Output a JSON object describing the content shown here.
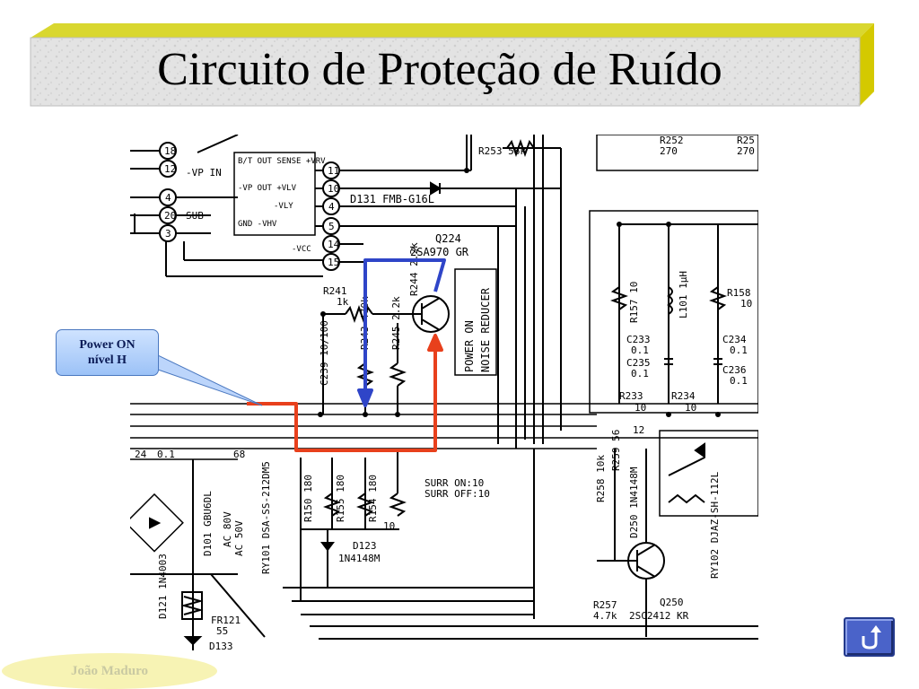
{
  "slide": {
    "title": "Circuito de Proteção de Ruído",
    "author": "João Maduro"
  },
  "callout": {
    "line1": "Power ON",
    "line2": "nível H"
  },
  "schematic": {
    "connector_pins": [
      "18",
      "12",
      "4",
      "20",
      "3"
    ],
    "connector_labels": [
      "-VP IN",
      "SUB"
    ],
    "relay_pins": [
      "11",
      "10",
      "4",
      "5",
      "14",
      "15"
    ],
    "relay_labels": [
      "B/T OUT",
      "SENSE +VRV",
      "-VP OUT",
      "+VLV",
      "-VLY",
      "GND",
      "-VHV",
      "-VCC"
    ],
    "components": [
      {
        "ref": "R253",
        "value": "56k"
      },
      {
        "ref": "D131",
        "value": "FMB-G16L"
      },
      {
        "ref": "Q224",
        "value": "2SA970 GR"
      },
      {
        "ref": "R241",
        "value": "1k"
      },
      {
        "ref": "R244",
        "value": "2.2k"
      },
      {
        "ref": "R243",
        "value": "470k"
      },
      {
        "ref": "R245",
        "value": "2.2k"
      },
      {
        "ref": "C239",
        "value": "10/100"
      },
      {
        "ref": "R252",
        "value": "270"
      },
      {
        "ref": "R157",
        "value": "10"
      },
      {
        "ref": "L101",
        "value": "1μH"
      },
      {
        "ref": "R158",
        "value": "10"
      },
      {
        "ref": "C233",
        "value": "0.1"
      },
      {
        "ref": "C234",
        "value": "0.1"
      },
      {
        "ref": "C235",
        "value": "0.1"
      },
      {
        "ref": "C236",
        "value": "0.1"
      },
      {
        "ref": "R233",
        "value": "10"
      },
      {
        "ref": "R234",
        "value": "10"
      },
      {
        "ref": "R259",
        "value": "56"
      },
      {
        "ref": "R258",
        "value": "10k"
      },
      {
        "ref": "D250",
        "value": "1N4148M"
      },
      {
        "ref": "RY102",
        "value": "DJAZ-SH-112L"
      },
      {
        "ref": "R257",
        "value": "4.7k"
      },
      {
        "ref": "Q250",
        "value": "2SC2412 KR"
      },
      {
        "ref": "R150",
        "value": "180"
      },
      {
        "ref": "R155",
        "value": "180"
      },
      {
        "ref": "R154",
        "value": "180"
      },
      {
        "ref": "D123",
        "value": "1N4148M"
      },
      {
        "ref": "RY101",
        "value": "DSA-SS-212DM5"
      },
      {
        "ref": "D101",
        "value": "GBU6DL"
      },
      {
        "ref": "D121",
        "value": "1N4003"
      },
      {
        "ref": "FR121",
        "value": "55"
      },
      {
        "ref": "D133",
        "value": ""
      }
    ],
    "block_label_line1": "POWER ON",
    "block_label_line2": "NOISE REDUCER",
    "surr_on": "SURR ON:10",
    "surr_off": "SURR OFF:10",
    "misc_labels": [
      "24",
      "0.1",
      "68",
      "AC 80V",
      "AC 50V",
      "12",
      "10"
    ],
    "trace_colors": {
      "blue": "#2f45c8",
      "red": "#e8401c"
    }
  },
  "navigation": {
    "return_icon": "u-turn-arrow-icon"
  }
}
